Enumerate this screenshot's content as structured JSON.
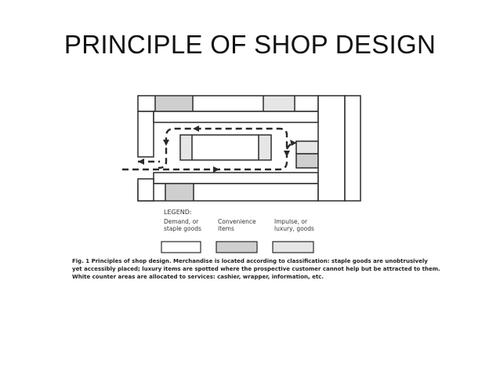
{
  "slide": {
    "title": "PRINCIPLE OF SHOP DESIGN"
  },
  "legend": {
    "title": "LEGEND:",
    "items": [
      {
        "label": "Demand, or\nstaple goods",
        "fill": "#ffffff"
      },
      {
        "label": "Convenience\nitems",
        "fill": "#cfcfcf"
      },
      {
        "label": "Impulse, or\nluxury, goods",
        "fill": "#e6e6e6"
      }
    ]
  },
  "caption": {
    "line1": "Fig. 1   Principles of shop design. Merchandise is located according to classification: staple goods are unobtrusively",
    "line2": "yet accessibly placed; luxury items are spotted where the prospective customer cannot help but be attracted to them.",
    "line3": "White counter areas are allocated to services: cashier, wrapper, information, etc."
  },
  "colors": {
    "line": "#2a2a2a",
    "convenience": "#cfcfcf",
    "impulse": "#e6e6e6"
  }
}
